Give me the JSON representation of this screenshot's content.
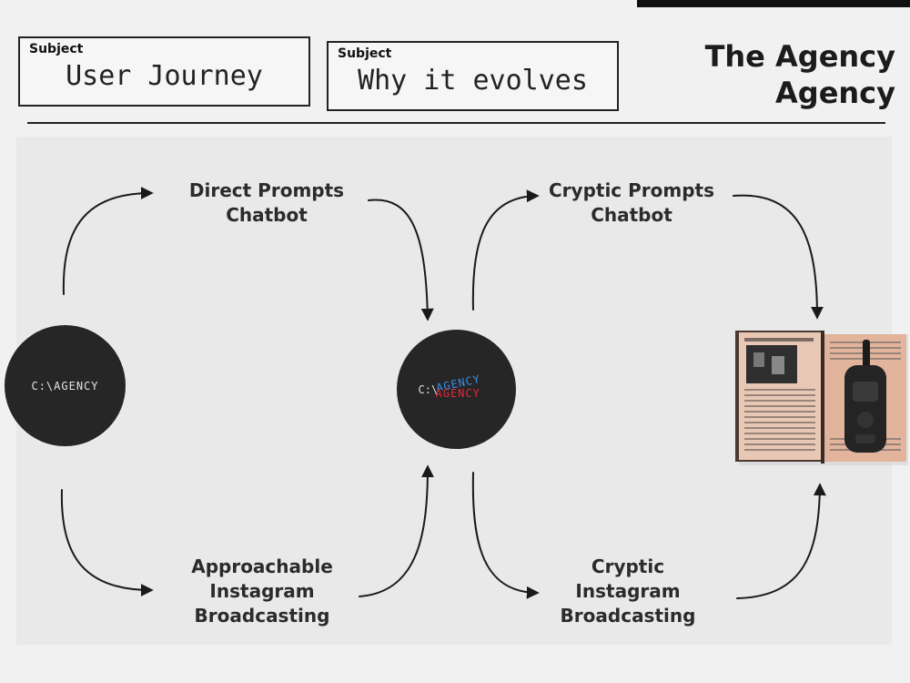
{
  "subject_boxes": [
    {
      "label": "Subject",
      "value": "User Journey"
    },
    {
      "label": "Subject",
      "value": "Why it evolves"
    }
  ],
  "brand": {
    "line1": "The Agency",
    "line2": "Agency"
  },
  "diagram": {
    "start_node": {
      "text": "C:\\AGENCY"
    },
    "mid_node": {
      "prefix": "C:\\",
      "blue": "AGENCY",
      "red": "AGENCY"
    },
    "labels": {
      "direct": "Direct Prompts\nChatbot",
      "approachable": "Approachable\nInstagram\nBroadcasting",
      "cryptic_prompts": "Cryptic Prompts\nChatbot",
      "cryptic_instagram": "Cryptic\nInstagram\nBroadcasting"
    },
    "end_image": "open-book-with-walkie-talkie"
  }
}
